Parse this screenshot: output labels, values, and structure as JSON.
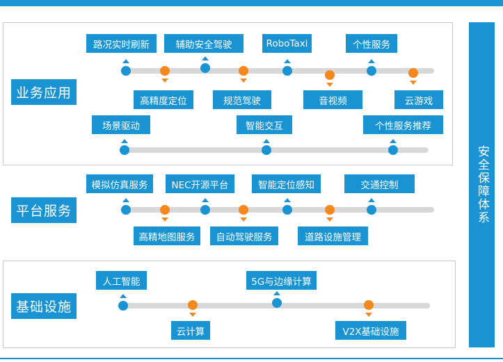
{
  "business": {
    "label": "业务应用",
    "row1": {
      "top": [
        "路况实时刷新",
        "辅助安全驾驶",
        "RoboTaxi",
        "个性服务"
      ],
      "bottom": [
        "高精度定位",
        "规范驾驶",
        "音视频",
        "云游戏"
      ]
    },
    "row2": {
      "top": [
        "场景驱动",
        "智能交互",
        "个性服务推荐"
      ]
    }
  },
  "platform": {
    "label": "平台服务",
    "top": [
      "模拟仿真服务",
      "NEC开源平台",
      "智能定位感知",
      "交通控制"
    ],
    "bottom": [
      "高精地图服务",
      "自动驾驶服务",
      "道路设施管理"
    ]
  },
  "infra": {
    "label": "基础设施",
    "top": [
      "人工智能",
      "5G与边缘计算"
    ],
    "bottom": [
      "云计算",
      "V2X基础设施"
    ]
  },
  "security": {
    "label": "安全保障体系"
  },
  "colors": {
    "primary": "#1a93d3",
    "accent": "#f5871f",
    "track": "#d8d8d8"
  }
}
